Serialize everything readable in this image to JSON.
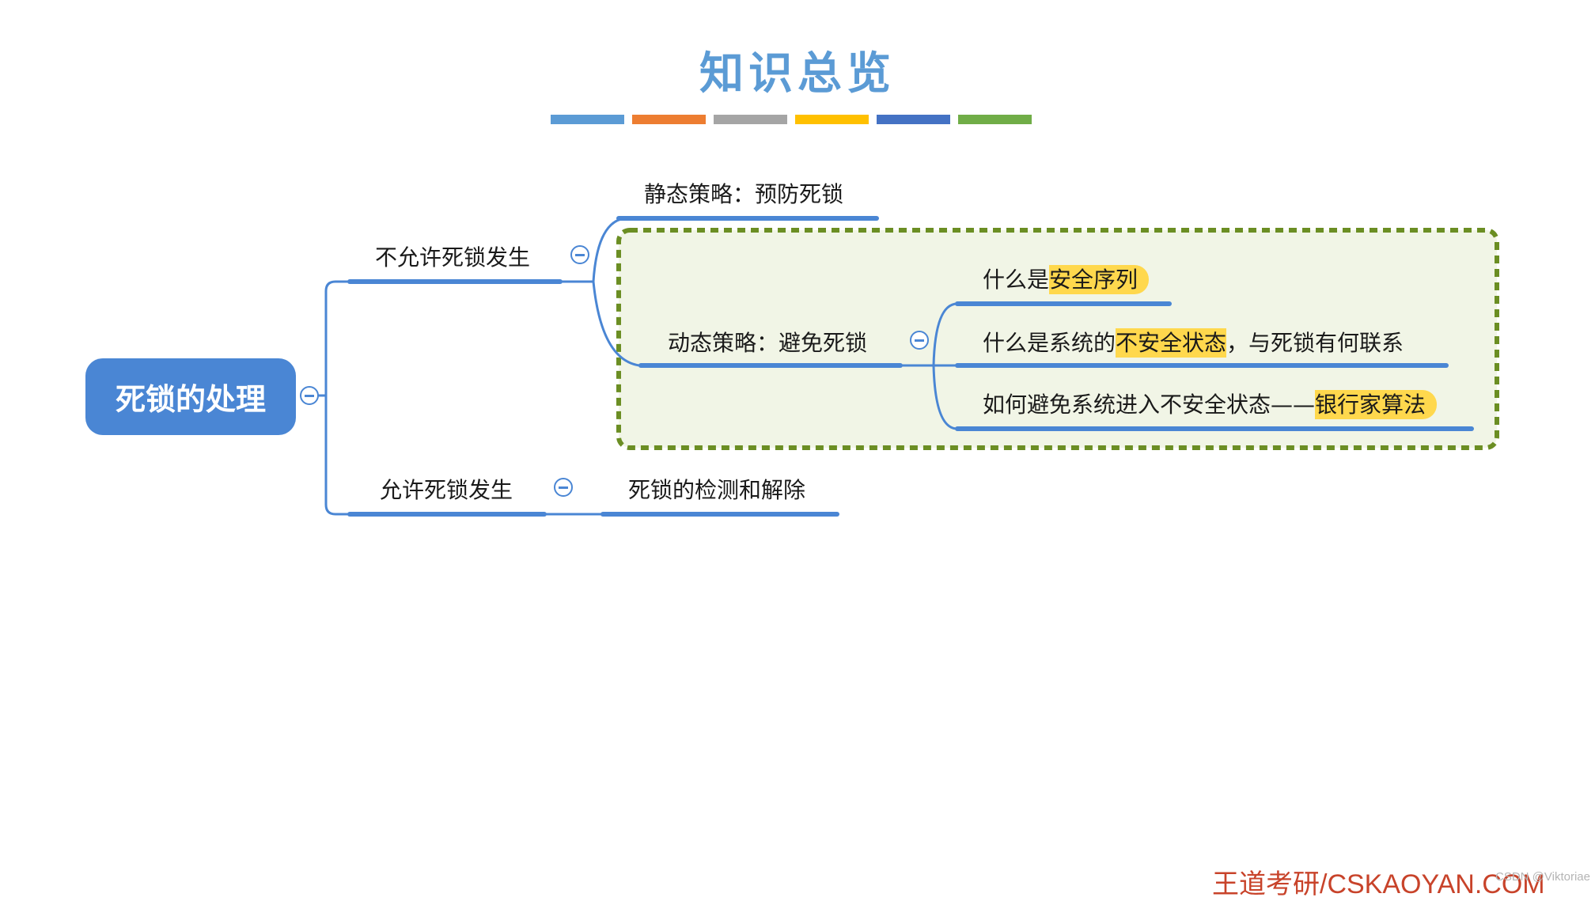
{
  "title": "知识总览",
  "stripe_colors": [
    "#5b9bd5",
    "#ed7d31",
    "#a5a5a5",
    "#ffc000",
    "#4472c4",
    "#70ad47"
  ],
  "root": {
    "label": "死锁的处理"
  },
  "branches": {
    "not_allowed": {
      "label": "不允许死锁发生",
      "static": "静态策略：预防死锁",
      "dynamic": "动态策略：避免死锁",
      "dynamic_items": {
        "item1_prefix": "什么是",
        "item1_highlight": "安全序列",
        "item2_prefix": "什么是系统的",
        "item2_highlight": "不安全状态",
        "item2_suffix": "，与死锁有何联系",
        "item3_prefix": "如何避免系统进入不安全状态——",
        "item3_highlight": "银行家算法"
      }
    },
    "allowed": {
      "label": "允许死锁发生",
      "child": "死锁的检测和解除"
    }
  },
  "colors": {
    "line": "#4a86d4",
    "highlight": "#ffd84d",
    "dashed_border": "#6b8e23",
    "dashed_fill": "#f1f5e6"
  },
  "footer": {
    "brand": "王道考研/CSKAOYAN.COM",
    "watermark": "CSDN @Viktoriae"
  }
}
